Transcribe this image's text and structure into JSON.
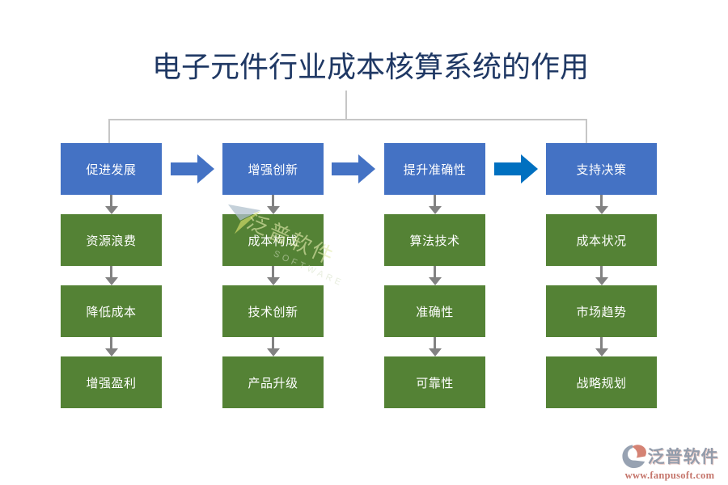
{
  "title": "电子元件行业成本核算系统的作用",
  "columns": [
    {
      "header": "促进发展",
      "items": [
        "资源浪费",
        "降低成本",
        "增强盈利"
      ]
    },
    {
      "header": "增强创新",
      "items": [
        "成本构成",
        "技术创新",
        "产品升级"
      ]
    },
    {
      "header": "提升准确性",
      "items": [
        "算法技术",
        "准确性",
        "可靠性"
      ]
    },
    {
      "header": "支持决策",
      "items": [
        "成本状况",
        "市场趋势",
        "战略规划"
      ]
    }
  ],
  "watermark": {
    "cn": "泛普软件",
    "en": "SOFTWARE"
  },
  "footer_logo": {
    "name": "泛普软件",
    "url": "www.fanpusoft.com"
  },
  "colors": {
    "title_text": "#1F3864",
    "header_box": "#4472C4",
    "item_box": "#548235",
    "flow_arrow": "#4472C4",
    "flow_arrow_alt": "#0070C0",
    "down_arrow": "#828282",
    "connector_line": "#C6C6C6",
    "brand_name": "#939CAB",
    "brand_url": "#C5756B"
  }
}
